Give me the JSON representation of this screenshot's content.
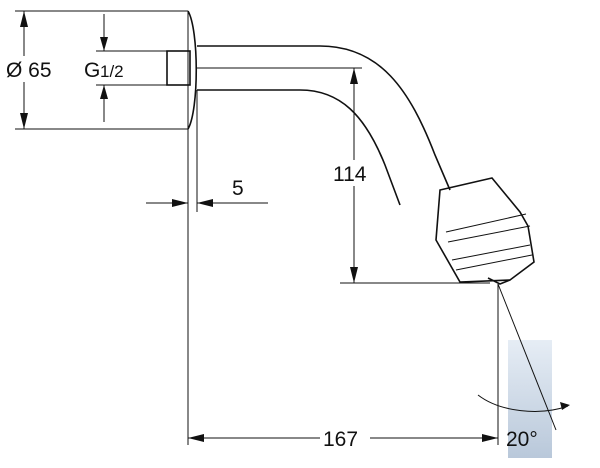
{
  "dimensions": {
    "diameter": "Ø 65",
    "thread_label": "G",
    "thread_fraction": "1/2",
    "wall_gap": "5",
    "height": "114",
    "projection": "167",
    "spray_angle": "20°"
  },
  "colors": {
    "line": "#111111",
    "spray_fill": "#cfd9e6",
    "background": "#ffffff"
  }
}
